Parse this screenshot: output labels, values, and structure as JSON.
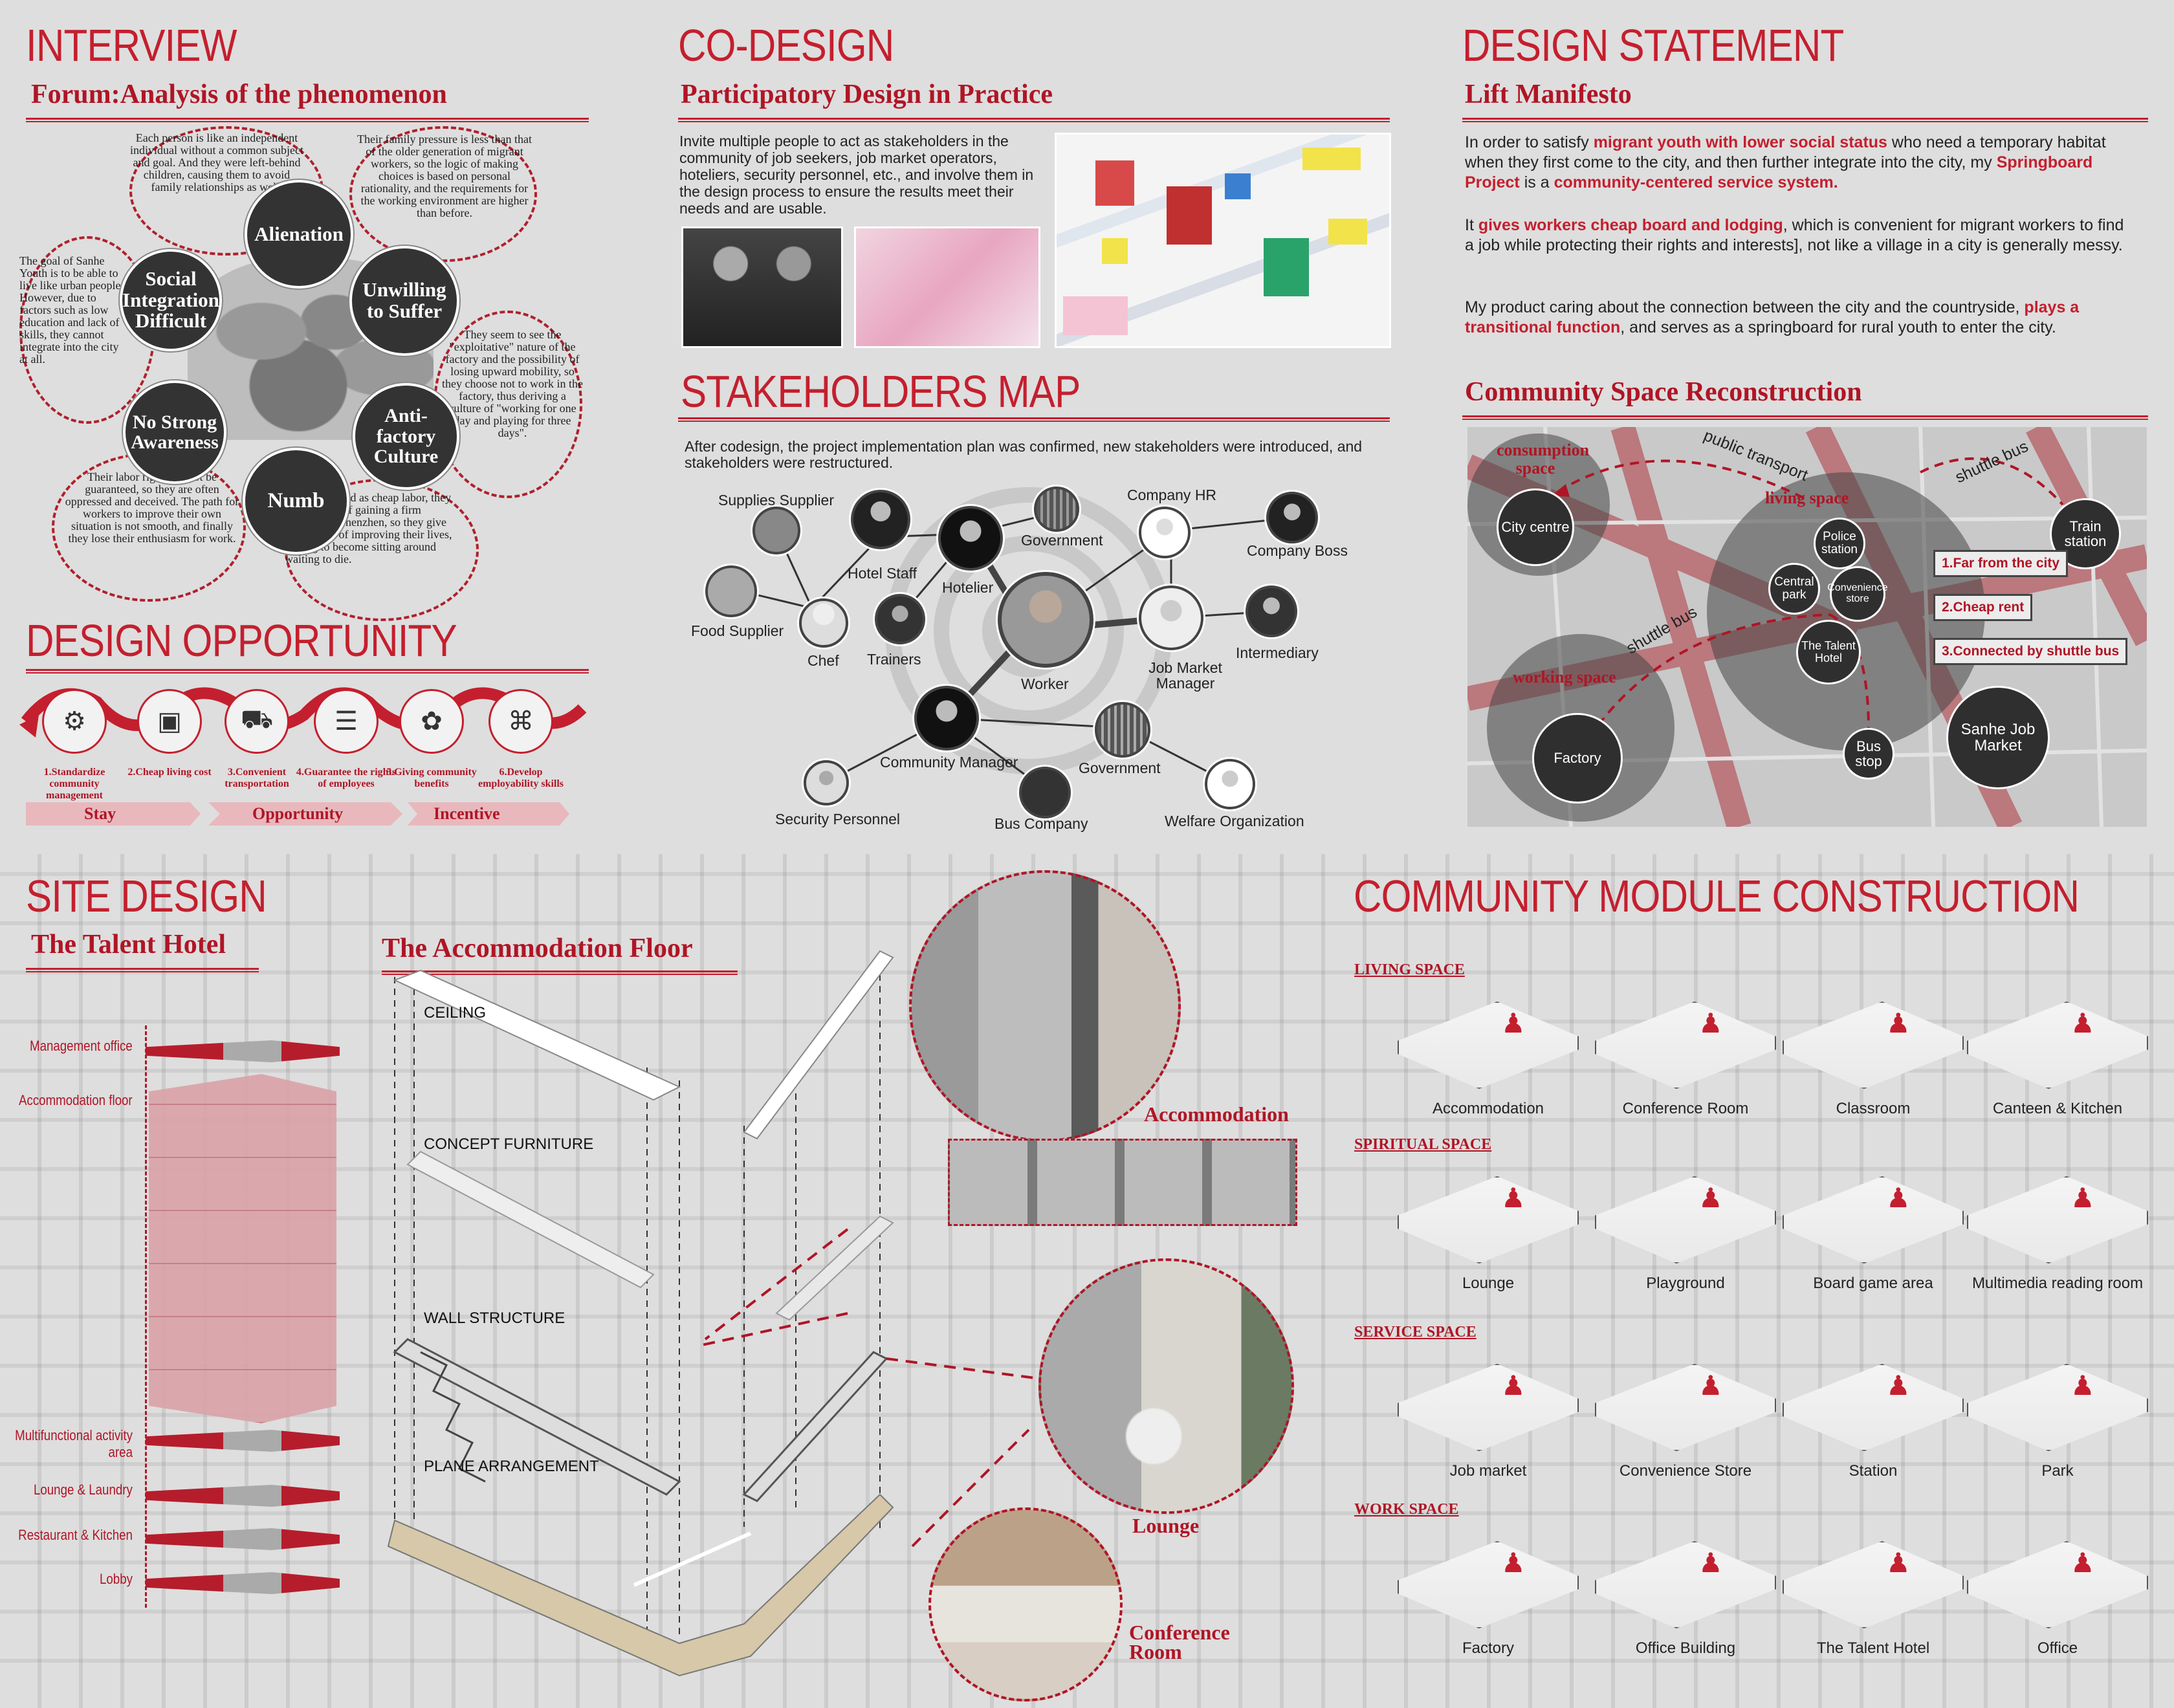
{
  "interview": {
    "title": "INTERVIEW",
    "subtitle": "Forum:Analysis of the phenomenon",
    "bubbles": [
      "Alienation",
      "Social Integration Difficult",
      "Unwilling to Suffer",
      "No Strong Awareness",
      "Anti-factory Culture",
      "Numb"
    ],
    "texts": {
      "alienation": "Each person is like an independent individual without a common subject and goal. And they were left-behind children, causing them to avoid family relationships as well.",
      "social": "The goal of Sanhe Youth is to be able to live like urban people. However, due to factors such as low education and lack of skills, they cannot integrate into the city at all.",
      "unwilling": "Their family pressure is less than that of the older generation of migrant workers, so the logic of making choices is based on personal rationality, and the requirements for the working environment are higher than before.",
      "antifactory": "They seem to see the \"exploitative\" nature of the factory and the possibility of losing upward mobility, so they choose not to work in the factory, thus deriving a culture of \"working for one day and playing for three days\".",
      "noaware": "Their labor rights cannot be guaranteed, so they are often oppressed and deceived. The path for workers to improve their own situation is not smooth, and finally they lose their enthusiasm for work.",
      "numb": "Being regarded as cheap labor, they see no hope of gaining a firm foothold in Shenzhen, so they give up the idea of improving their lives, willing to become sitting around waiting to die."
    }
  },
  "opportunity": {
    "title": "DESIGN OPPORTUNITY",
    "items": [
      "1.Standardize community management",
      "2.Cheap living cost",
      "3.Convenient transportation",
      "4.Guarantee the rights of employees",
      "5.Giving community benefits",
      "6.Develop employability skills"
    ],
    "bands": [
      "Stay",
      "Opportunity",
      "Incentive"
    ]
  },
  "codesign": {
    "title": "CO-DESIGN",
    "subtitle": "Participatory Design in Practice",
    "text": "Invite multiple people to act as stakeholders in the community of job seekers, job market operators, hoteliers, security personnel, etc., and involve them in the design process to ensure the results meet their needs and are usable."
  },
  "stakeholders": {
    "title": "STAKEHOLDERS MAP",
    "text": "After codesign, the project implementation plan was confirmed, new stakeholders were introduced, and stakeholders were restructured.",
    "labels": [
      "Supplies Supplier",
      "Hotel Staff",
      "Government",
      "Company HR",
      "Company Boss",
      "Food Supplier",
      "Chef",
      "Trainers",
      "Hotelier",
      "Worker",
      "Job Market Manager",
      "Intermediary",
      "Community Manager",
      "Government",
      "Security Personnel",
      "Bus Company",
      "Welfare Organization"
    ]
  },
  "statement": {
    "title": "DESIGN STATEMENT",
    "subtitle": "Lift Manifesto",
    "p1": [
      {
        "t": "In order to satisfy ",
        "h": false
      },
      {
        "t": "migrant youth with lower social status",
        "h": true
      },
      {
        "t": " who need a temporary habitat when they first come to the city, and then further integrate into the city, my ",
        "h": false
      },
      {
        "t": "Springboard Project",
        "h": true
      },
      {
        "t": " is a ",
        "h": false
      },
      {
        "t": "community-centered service system.",
        "h": true
      }
    ],
    "p2": [
      {
        "t": "It ",
        "h": false
      },
      {
        "t": "gives workers cheap board and lodging",
        "h": true
      },
      {
        "t": ", which is convenient for migrant workers to find a job while protecting their rights and interests], not like a village in a city is generally messy.",
        "h": false
      }
    ],
    "p3": [
      {
        "t": "My product caring about the connection between the city and the countryside, ",
        "h": false
      },
      {
        "t": "plays a transitional function",
        "h": true
      },
      {
        "t": ", and serves as a springboard for rural youth to enter the city.",
        "h": false
      }
    ]
  },
  "community": {
    "subtitle": "Community Space Reconstruction",
    "regions": [
      "consumption space",
      "living space",
      "working space"
    ],
    "routes": [
      "public transport",
      "shuttle bus",
      "shuttle bus"
    ],
    "nodes": [
      "City centre",
      "Police station",
      "Central park",
      "Convenience store",
      "The Talent Hotel",
      "Train station",
      "Factory",
      "Bus stop",
      "Sanhe Job Market"
    ],
    "keys": [
      "1.Far from the city",
      "2.Cheap rent",
      "3.Connected by shuttle bus"
    ]
  },
  "site": {
    "title": "SITE DESIGN",
    "subtitle": "The Talent Hotel",
    "floor_title": "The Accommodation Floor",
    "floors": [
      "Management office",
      "Accommodation floor",
      "Multifunctional activity area",
      "Lounge & Laundry",
      "Restaurant & Kitchen",
      "Lobby"
    ],
    "layers": [
      "CEILING",
      "CONCEPT FURNITURE",
      "WALL STRUCTURE",
      "PLANE ARRANGEMENT"
    ],
    "rooms": [
      "Accommodation",
      "Lounge",
      "Conference Room"
    ]
  },
  "modules": {
    "title": "COMMUNITY MODULE CONSTRUCTION",
    "groups": [
      {
        "name": "LIVING SPACE",
        "items": [
          "Accommodation",
          "Conference Room",
          "Classroom",
          "Canteen & Kitchen"
        ]
      },
      {
        "name": "SPIRITUAL SPACE",
        "items": [
          "Lounge",
          "Playground",
          "Board game area",
          "Multimedia reading room"
        ]
      },
      {
        "name": "SERVICE SPACE",
        "items": [
          "Job market",
          "Convenience Store",
          "Station",
          "Park"
        ]
      },
      {
        "name": "WORK SPACE",
        "items": [
          "Factory",
          "Office Building",
          "The Talent Hotel",
          "Office"
        ]
      }
    ]
  }
}
